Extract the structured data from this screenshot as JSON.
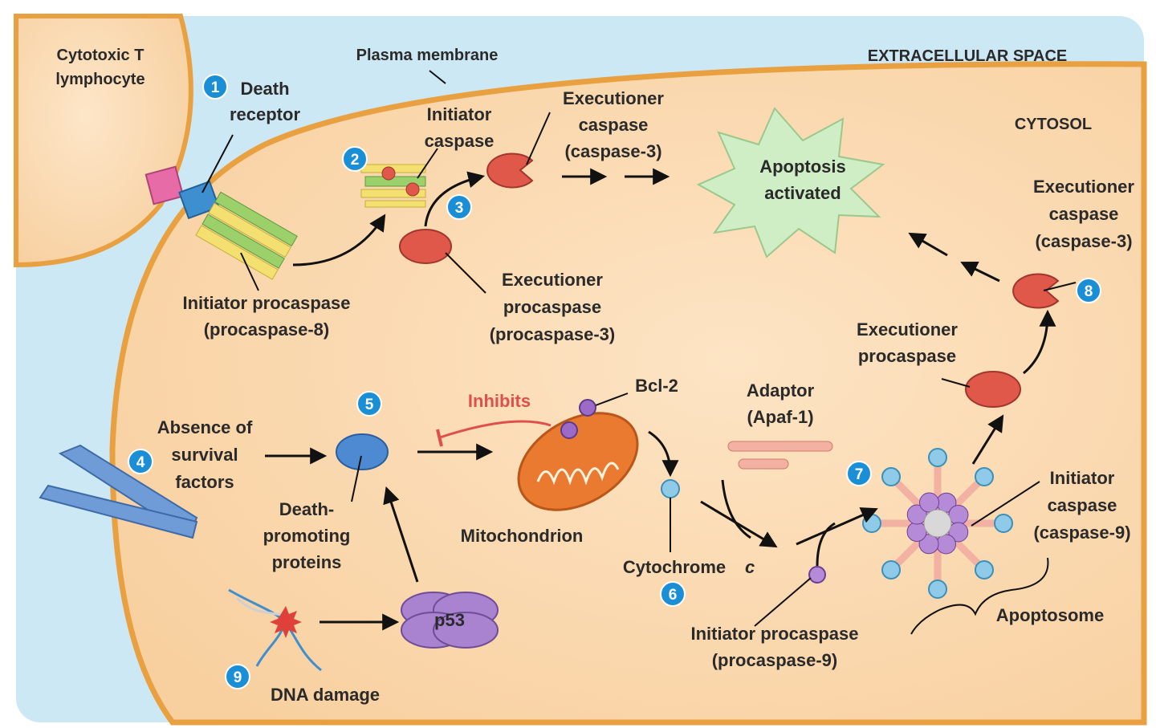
{
  "labels": {
    "cytotoxic_t": [
      "Cytotoxic T",
      "lymphocyte"
    ],
    "plasma_membrane": "Plasma membrane",
    "extracellular_space": "EXTRACELLULAR SPACE",
    "cytosol": "CYTOSOL",
    "death_receptor": [
      "Death",
      "receptor"
    ],
    "initiator_caspase_top": [
      "Initiator",
      "caspase"
    ],
    "executioner_caspase_top": [
      "Executioner",
      "caspase",
      "(caspase-3)"
    ],
    "apoptosis_activated": [
      "Apoptosis",
      "activated"
    ],
    "executioner_caspase_right": [
      "Executioner",
      "caspase",
      "(caspase-3)"
    ],
    "initiator_procaspase_8": [
      "Initiator procaspase",
      "(procaspase-8)"
    ],
    "executioner_procaspase_3": [
      "Executioner",
      "procaspase",
      "(procaspase-3)"
    ],
    "executioner_procaspase_right": [
      "Executioner",
      "procaspase"
    ],
    "bcl2": "Bcl-2",
    "adaptor": [
      "Adaptor",
      "(Apaf-1)"
    ],
    "inhibits": "Inhibits",
    "absence_survival": [
      "Absence of",
      "survival",
      "factors"
    ],
    "death_promoting": [
      "Death-",
      "promoting",
      "proteins"
    ],
    "mitochondrion": "Mitochondrion",
    "cytochrome": "Cytochrome",
    "cytochrome_c": "c",
    "initiator_caspase_9": [
      "Initiator",
      "caspase",
      "(caspase-9)"
    ],
    "apoptosome": "Apoptosome",
    "initiator_procaspase_9": [
      "Initiator procaspase",
      "(procaspase-9)"
    ],
    "p53": "p53",
    "dna_damage": "DNA damage"
  },
  "steps": [
    "1",
    "2",
    "3",
    "4",
    "5",
    "6",
    "7",
    "8",
    "9"
  ],
  "colors": {
    "extracellular": "#cde8f5",
    "cytosol": "#fbd9b0",
    "membrane": "#e9a040",
    "step_circle": "#1b8fd6",
    "caspase": "#e0584a",
    "inhibit": "#e0504a",
    "starburst": "#cfeec5"
  }
}
